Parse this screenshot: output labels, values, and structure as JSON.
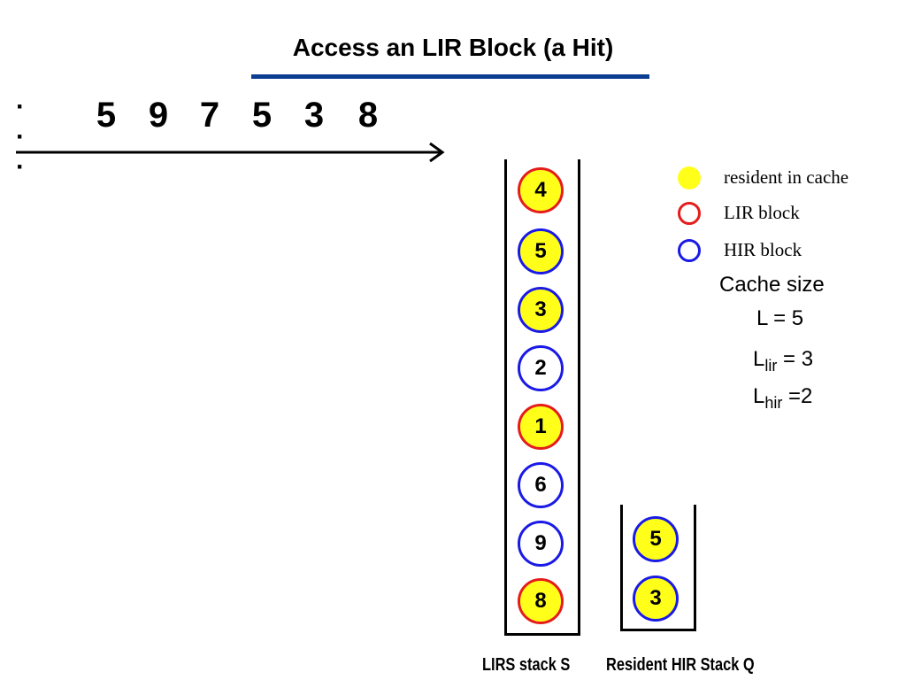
{
  "title": "Access an LIR Block (a Hit)",
  "sequence": {
    "ellipsis": "· · ·",
    "items": [
      "5",
      "9",
      "7",
      "5",
      "3",
      "8"
    ]
  },
  "lirs_stack": {
    "caption": "LIRS stack S",
    "blocks": [
      {
        "label": "4",
        "type": "lir",
        "resident": true
      },
      {
        "label": "5",
        "type": "hir",
        "resident": true
      },
      {
        "label": "3",
        "type": "hir",
        "resident": true
      },
      {
        "label": "2",
        "type": "hir",
        "resident": false
      },
      {
        "label": "1",
        "type": "lir",
        "resident": true
      },
      {
        "label": "6",
        "type": "hir",
        "resident": false
      },
      {
        "label": "9",
        "type": "hir",
        "resident": false
      },
      {
        "label": "8",
        "type": "lir",
        "resident": true
      }
    ]
  },
  "hir_stack": {
    "caption": "Resident HIR Stack Q",
    "blocks": [
      {
        "label": "5",
        "type": "hir",
        "resident": true
      },
      {
        "label": "3",
        "type": "hir",
        "resident": true
      }
    ]
  },
  "legend": {
    "resident": "resident in cache",
    "lir": "LIR block",
    "hir": "HIR block"
  },
  "params": {
    "cache_size": "Cache size",
    "L": "L = 5",
    "L_lir_base": "L",
    "L_lir_sub": "lir",
    "L_lir_rest": " = 3",
    "L_hir_base": "L",
    "L_hir_sub": "hir",
    "L_hir_rest": " =2"
  },
  "colors": {
    "title_rule": "#0b3d91",
    "resident_fill": "#ffff1a",
    "lir_border": "#e51c1c",
    "hir_border": "#1a1ae6"
  }
}
